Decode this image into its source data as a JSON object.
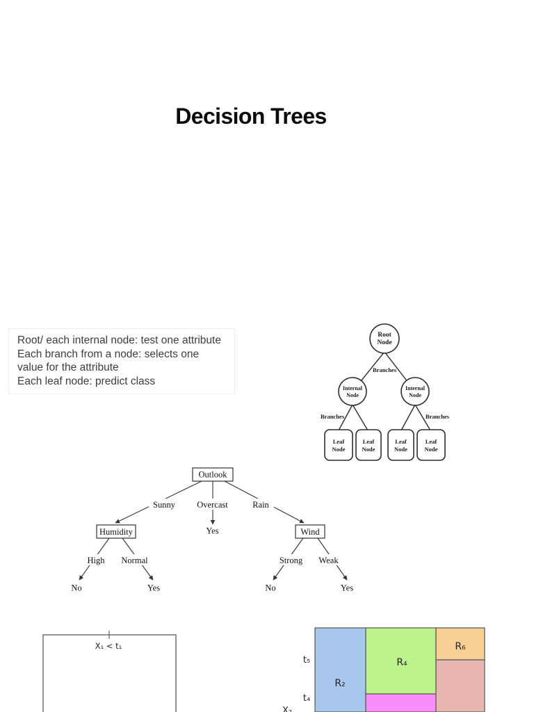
{
  "page": {
    "title": "Decision Trees"
  },
  "notes": {
    "lines": [
      "Root/ each internal node: test one attribute",
      "Each branch from a node: selects one",
      "value for the attribute",
      "Each leaf node: predict class"
    ]
  },
  "node_tree": {
    "root_lines": [
      "Root",
      "Node"
    ],
    "internal_lines": [
      "Internal",
      "Node"
    ],
    "leaf_lines": [
      "Leaf",
      "Node"
    ],
    "branches_label": "Branches"
  },
  "outlook_tree": {
    "root": "Outlook",
    "branch_labels": [
      "Sunny",
      "Overcast",
      "Rain"
    ],
    "nodes": {
      "humidity": "Humidity",
      "wind": "Wind"
    },
    "yes_overcast": "Yes",
    "humidity_branches": [
      "High",
      "Normal"
    ],
    "wind_branches": [
      "Strong",
      "Weak"
    ],
    "leaves": [
      "No",
      "Yes",
      "No",
      "Yes"
    ]
  },
  "partition_left": {
    "split_label": "X₁ < t₁"
  },
  "partition_right": {
    "labels": {
      "r2": "R₂",
      "r4": "R₄",
      "r6": "R₆"
    },
    "ticks": {
      "t5": "t₅",
      "t4": "t₄"
    },
    "axis_label": "X₂",
    "colors": {
      "blue": "#a7c7ec",
      "green": "#bdf38d",
      "orange": "#f8d095",
      "magenta": "#fb8dfb",
      "salmon": "#eab6b0"
    }
  }
}
